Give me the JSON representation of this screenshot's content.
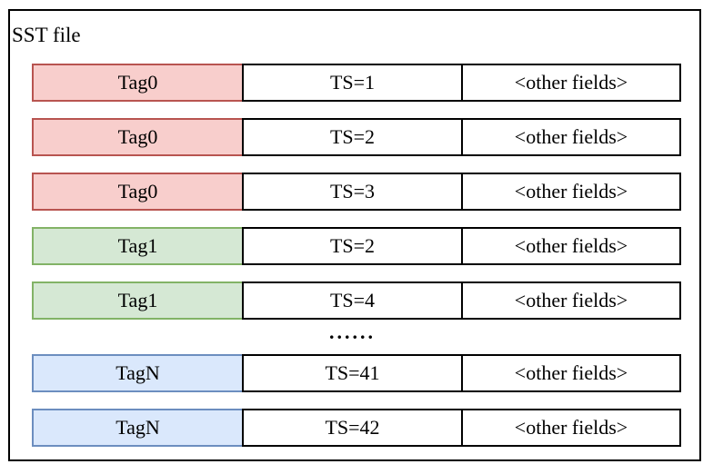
{
  "diagram": {
    "container_label": "SST file",
    "ellipsis": "......",
    "colors": {
      "tag0_fill": "#f8cecc",
      "tag0_border": "#b85450",
      "tag1_fill": "#d5e8d4",
      "tag1_border": "#82b366",
      "tagN_fill": "#dae8fc",
      "tagN_border": "#6c8ebf",
      "cell_border": "#000000",
      "container_border": "#000000"
    },
    "rows": [
      {
        "tag": "Tag0",
        "ts": "TS=1",
        "fields": "<other fields>",
        "tag_color": "red"
      },
      {
        "tag": "Tag0",
        "ts": "TS=2",
        "fields": "<other fields>",
        "tag_color": "red"
      },
      {
        "tag": "Tag0",
        "ts": "TS=3",
        "fields": "<other fields>",
        "tag_color": "red"
      },
      {
        "tag": "Tag1",
        "ts": "TS=2",
        "fields": "<other fields>",
        "tag_color": "green"
      },
      {
        "tag": "Tag1",
        "ts": "TS=4",
        "fields": "<other fields>",
        "tag_color": "green"
      },
      {
        "tag": "TagN",
        "ts": "TS=41",
        "fields": "<other fields>",
        "tag_color": "blue"
      },
      {
        "tag": "TagN",
        "ts": "TS=42",
        "fields": "<other fields>",
        "tag_color": "blue"
      }
    ]
  }
}
